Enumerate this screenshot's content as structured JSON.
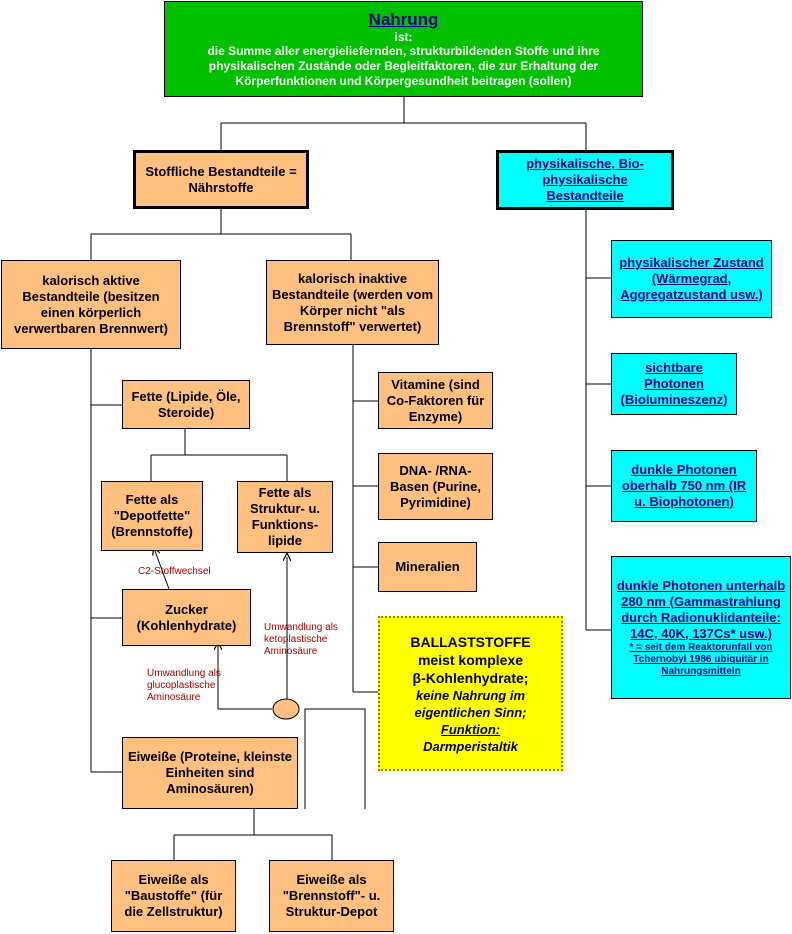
{
  "title": {
    "heading": "Nahrung",
    "ist": "ist:",
    "definition": "die Summe aller energieliefernden, strukturbildenden Stoffe und ihre physikalischen Zustände oder Begleitfaktoren, die zur Erhaltung der Körperfunktionen und Körpergesundheit beitragen (sollen)"
  },
  "stoffliche": "Stoffliche Bestandteile = Nährstoffe",
  "physikalisch": "physikalische, Bio-physikalische Bestandteile",
  "kal_aktiv": "kalorisch aktive Bestandteile (besitzen einen körperlich verwertbaren Brennwert)",
  "kal_inaktiv": "kalorisch inaktive Bestandteile (werden vom Körper nicht \"als Brennstoff\" verwertet)",
  "fette": "Fette (Lipide, Öle, Steroide)",
  "fette_depot": "Fette als \"Depotfette\" (Brennstoffe)",
  "fette_struktur": "Fette als Struktur- u. Funktions-lipide",
  "zucker": "Zucker (Kohlenhydrate)",
  "eiweisse": "Eiweiße (Proteine, kleinste Einheiten sind Aminosäuren)",
  "eiweisse_bau": "Eiweiße als \"Baustoffe\" (für die Zellstruktur)",
  "eiweisse_brenn": "Eiweiße als \"Brennstoff\"- u. Struktur-Depot",
  "vitamine": "Vitamine (sind Co-Faktoren für Enzyme)",
  "dna": "DNA- /RNA-Basen (Purine, Pyrimidine)",
  "mineralien": "Mineralien",
  "ballast": {
    "line1": "BALLASTSTOFFE",
    "line2": "meist komplexe",
    "line3": "β-Kohlenhydrate;",
    "line4": "keine Nahrung im eigentlichen Sinn;",
    "line5": "Funktion:",
    "line6": "Darmperistaltik"
  },
  "phys_zustand": "physikalischer Zustand (Wärmegrad, Aggregatzustand usw.)",
  "sichtbare": "sichtbare Photonen (Biolumineszenz)",
  "dunkle750": "dunkle Photonen oberhalb 750 nm (IR u. Biophotonen)",
  "dunkle280": {
    "main": "dunkle Photonen unterhalb 280 nm (Gammastrahlung durch Radionuklidanteile:",
    "isotopes": "14C, 40K, 137Cs* usw.)",
    "note": "* = seit dem Reaktorunfall von Tchernobyl 1986 ubiquitär in Nahrungsmitteln"
  },
  "labels": {
    "c2": "C2-Stoffwechsel",
    "keto": "Umwandlung als ketoplastische Aminosäure",
    "gluco": "Umwandlung als glucoplastische Aminosäure"
  }
}
